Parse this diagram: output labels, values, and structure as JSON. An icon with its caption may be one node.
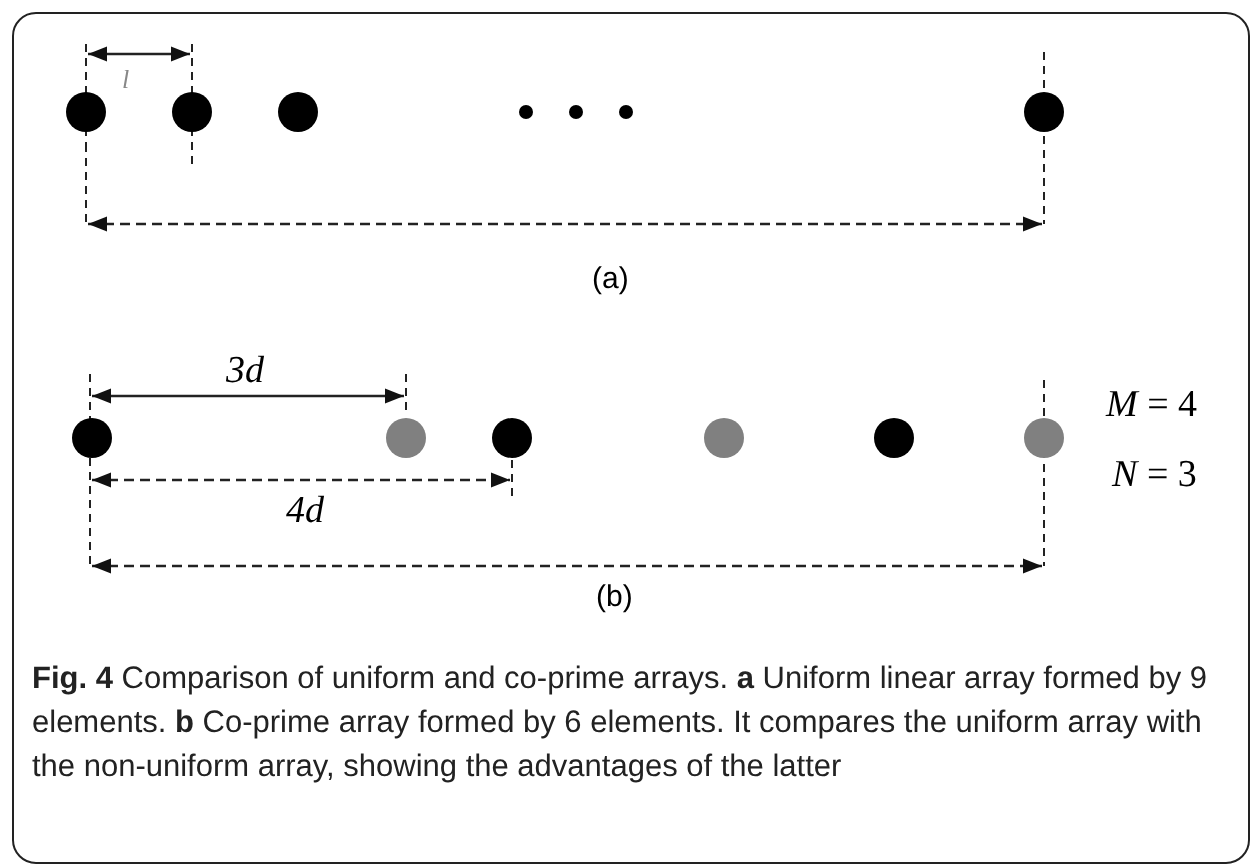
{
  "diagram": {
    "caption": "**Fig. 4** Comparison of uniform and co-prime arrays. **a** Uniform linear array formed by 9 elements. **b** Co-prime array formed by 6 elements. It compares the uniform array with the non-uniform array, showing the advantages of the latter",
    "labels": [
      "*l*",
      "(a)",
      "3d",
      "4d",
      "*M* = 4",
      "*N* = 3",
      "(b)"
    ]
  }
}
